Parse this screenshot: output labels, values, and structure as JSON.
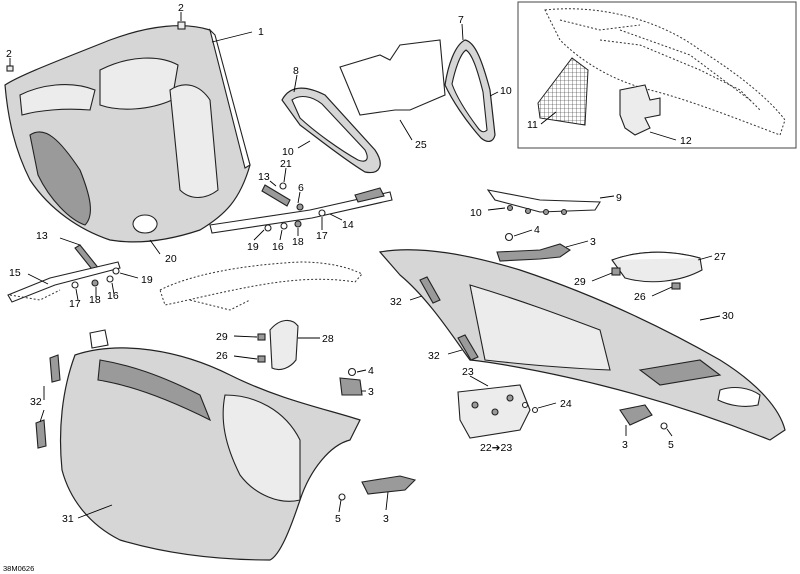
{
  "diagram": {
    "drawing_code": "38M0626",
    "callouts": {
      "c1": "1",
      "c2a": "2",
      "c2b": "2",
      "c3a": "3",
      "c3b": "3",
      "c3c": "3",
      "c3d": "3",
      "c4a": "4",
      "c4b": "4",
      "c5a": "5",
      "c5b": "5",
      "c6": "6",
      "c7": "7",
      "c8": "8",
      "c9": "9",
      "c10a": "10",
      "c10b": "10",
      "c10c": "10",
      "c11": "11",
      "c12": "12",
      "c13a": "13",
      "c13b": "13",
      "c14": "14",
      "c15": "15",
      "c16a": "16",
      "c16b": "16",
      "c17a": "17",
      "c17b": "17",
      "c18a": "18",
      "c18b": "18",
      "c19a": "19",
      "c19b": "19",
      "c20": "20",
      "c21": "21",
      "c22": "22➔23",
      "c23": "23",
      "c24": "24",
      "c25": "25",
      "c26a": "26",
      "c26b": "26",
      "c27": "27",
      "c28": "28",
      "c29a": "29",
      "c29b": "29",
      "c30": "30",
      "c31": "31",
      "c32a": "32",
      "c32b": "32",
      "c32c": "32"
    }
  }
}
